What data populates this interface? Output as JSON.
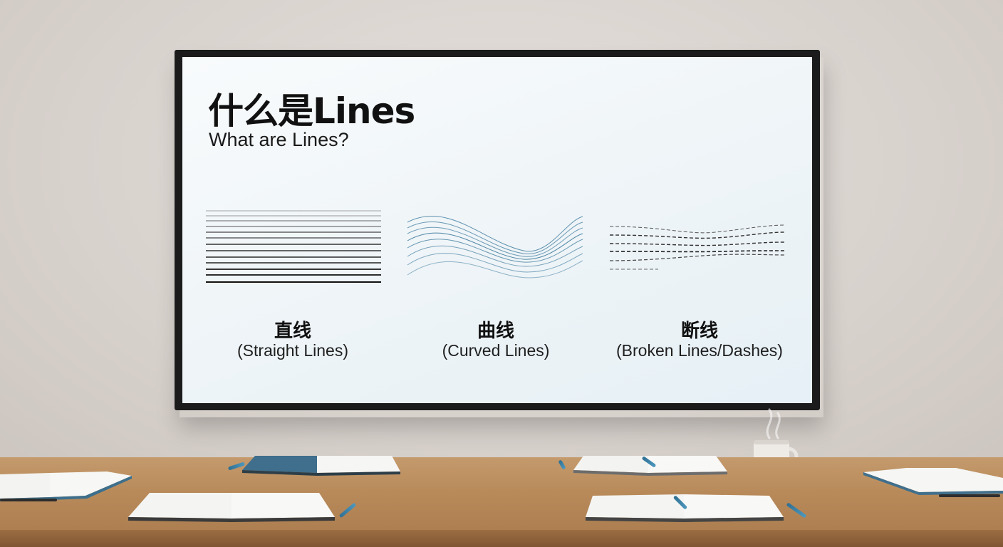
{
  "slide": {
    "title_zh": "什么是Lines",
    "title_en": "What are Lines?",
    "panels": [
      {
        "label_zh": "直线",
        "label_en": "(Straight Lines)"
      },
      {
        "label_zh": "曲线",
        "label_en": "(Curved Lines)"
      },
      {
        "label_zh": "断线",
        "label_en": "(Broken Lines/Dashes)"
      }
    ]
  },
  "colors": {
    "wall": "#d8d2cd",
    "bezel": "#1b1b1b",
    "screen": "#eef4f7",
    "curve_accent": "#4f86a6",
    "table_wood": "#b88a5a",
    "pen_blue": "#3b80a8"
  },
  "scene_objects": [
    "monitor",
    "conference-table",
    "open-notebook",
    "pen",
    "coffee-mug"
  ]
}
